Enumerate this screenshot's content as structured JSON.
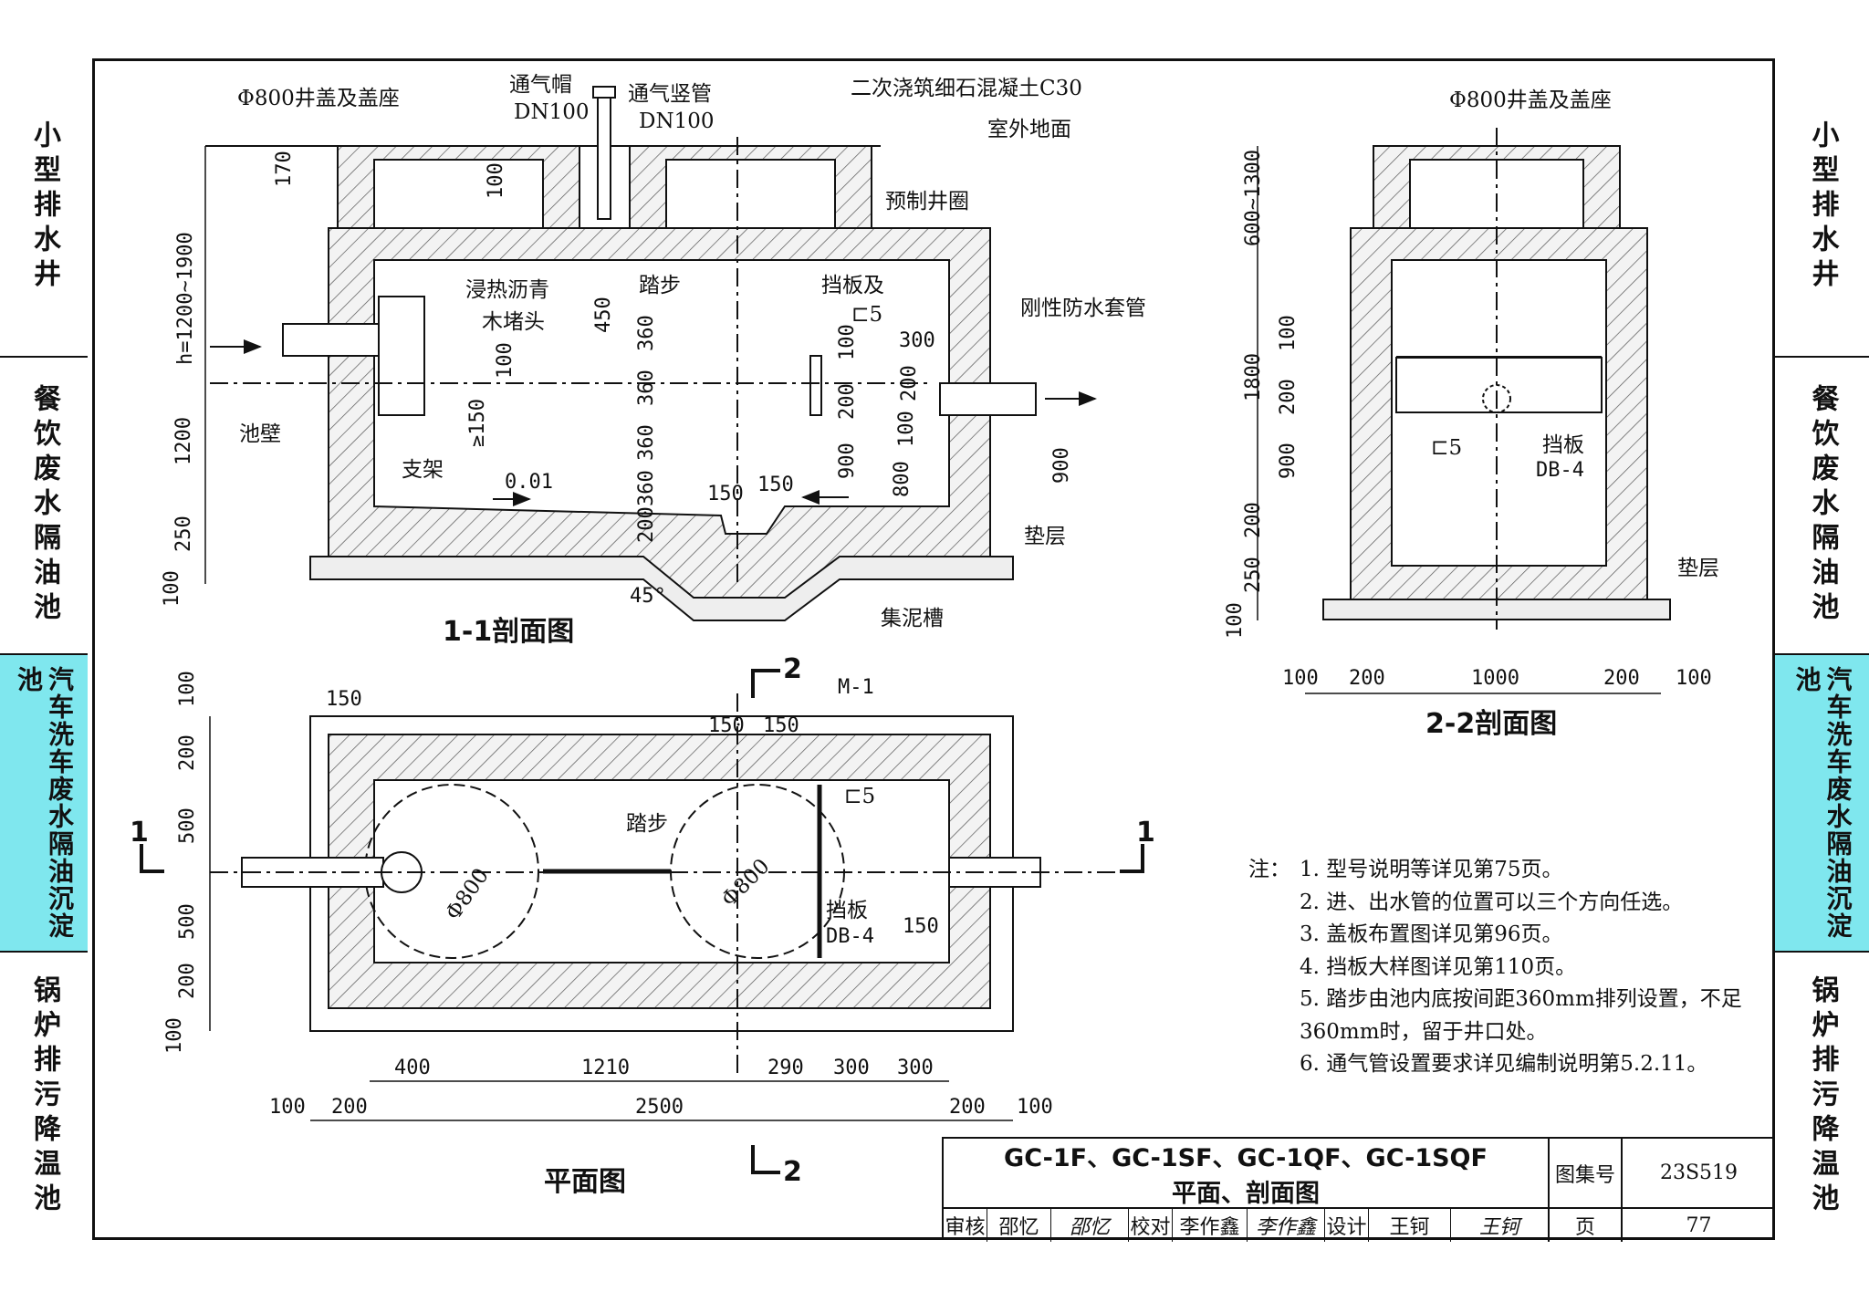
{
  "sidebar_left": [
    {
      "label": "小型排水井",
      "highlight": false
    },
    {
      "label": "餐饮废水隔油池",
      "highlight": false
    },
    {
      "label": "汽车洗车废水隔油沉淀池",
      "highlight": true
    },
    {
      "label": "锅炉排污降温池",
      "highlight": false
    }
  ],
  "sidebar_right": [
    {
      "label": "小型排水井",
      "highlight": false
    },
    {
      "label": "餐饮废水隔油池",
      "highlight": false
    },
    {
      "label": "汽车洗车废水隔油沉淀池",
      "highlight": true
    },
    {
      "label": "锅炉排污降温池",
      "highlight": false
    }
  ],
  "section11": {
    "title": "1-1剖面图",
    "labels": {
      "cover": "Φ800井盖及盖座",
      "vent_cap": "通气帽",
      "vent_cap_dn": "DN100",
      "vent_pipe": "通气竖管",
      "vent_pipe_dn": "DN100",
      "concrete": "二次浇筑细石混凝土C30",
      "ground": "室外地面",
      "ring": "预制井圈",
      "bitumen": "浸热沥青",
      "plug": "木堵头",
      "step": "踏步",
      "baffle": "挡板及",
      "baffle_c": "⊏5",
      "sleeve": "刚性防水套管",
      "wall": "池壁",
      "support": "支架",
      "slope": "0.01",
      "cushion": "垫层",
      "sump": "集泥槽",
      "angle": "45°",
      "h_range": "h=1200~1900",
      "ge150": "≥150"
    },
    "dims": [
      "170",
      "100",
      "450",
      "360",
      "360",
      "360",
      "360",
      "200",
      "1200",
      "250",
      "100",
      "100",
      "300",
      "100",
      "200",
      "900",
      "800",
      "100",
      "900",
      "150",
      "150",
      "100",
      "200"
    ]
  },
  "section22": {
    "title": "2-2剖面图",
    "labels": {
      "cover": "Φ800井盖及盖座",
      "range": "600~1300",
      "c5": "⊏5",
      "baffle": "挡板",
      "baffle_code": "DB-4",
      "cushion": "垫层"
    },
    "dims_v": [
      "1800",
      "100",
      "200",
      "900",
      "200",
      "250",
      "100"
    ],
    "dims_h": [
      "100",
      "200",
      "1000",
      "200",
      "100"
    ]
  },
  "plan": {
    "title": "平面图",
    "labels": {
      "m1": "M-1",
      "step": "踏步",
      "c5": "⊏5",
      "phi1": "Φ800",
      "phi2": "Φ800",
      "baffle": "挡板",
      "baffle_code": "DB-4",
      "cut1": "1",
      "cut2": "2"
    },
    "dims_v": [
      "100",
      "200",
      "500",
      "500",
      "200",
      "100"
    ],
    "dims_top": [
      "150",
      "150",
      "150",
      "150"
    ],
    "dims_inner": [
      "400",
      "1210",
      "290",
      "300",
      "300"
    ],
    "dims_outer": [
      "100",
      "200",
      "2500",
      "200",
      "100"
    ]
  },
  "notes": {
    "heading": "注：",
    "items": [
      "1. 型号说明等详见第75页。",
      "2. 进、出水管的位置可以三个方向任选。",
      "3. 盖板布置图详见第96页。",
      "4. 挡板大样图详见第110页。",
      "5. 踏步由池内底按间距360mm排列设置，不足360mm时，留于井口处。",
      "6. 通气管设置要求详见编制说明第5.2.11。"
    ]
  },
  "title_block": {
    "models": "GC-1F、GC-1SF、GC-1QF、GC-1SQF",
    "subtitle": "平面、剖面图",
    "atlas_label": "图集号",
    "atlas_no": "23S519",
    "page_label": "页",
    "page_no": "77",
    "review_label": "审核",
    "reviewer": "邵忆",
    "reviewer_sig": "邵忆",
    "check_label": "校对",
    "checker": "李作鑫",
    "checker_sig": "李作鑫",
    "design_label": "设计",
    "designer": "王钶",
    "designer_sig": "王钶"
  }
}
